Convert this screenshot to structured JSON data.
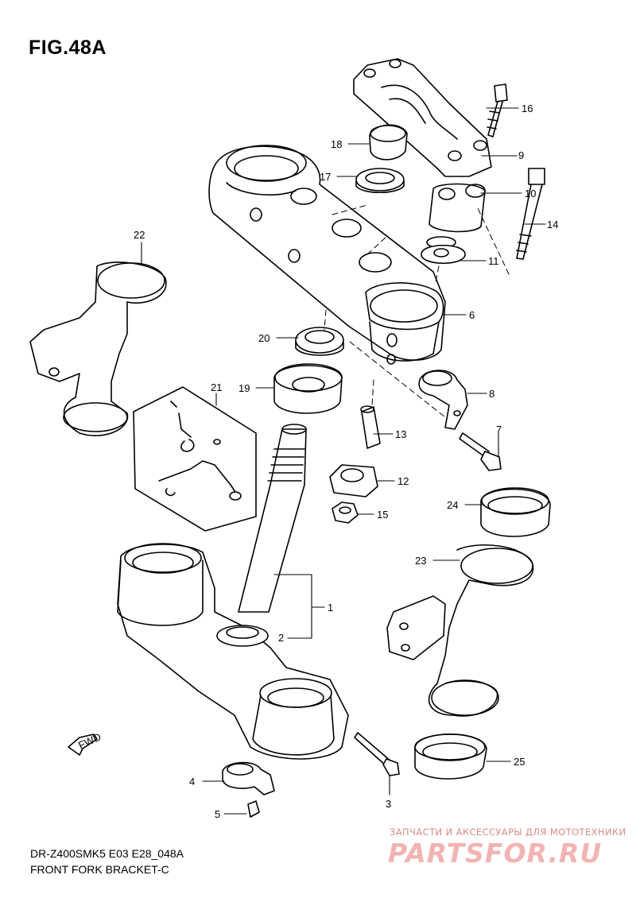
{
  "figure": {
    "title": "FIG.48A",
    "model_code": "DR-Z400SMK5 E03 E28_048A",
    "caption": "FRONT FORK BRACKET-C"
  },
  "fwd_label": "FWD",
  "watermark": {
    "line1": "ЗАПЧАСТИ И АКСЕССУАРЫ ДЛЯ МОТОТЕХНИКИ",
    "logo": "PARTSFOR.RU"
  },
  "callouts": {
    "n1": "1",
    "n2": "2",
    "n3": "3",
    "n4": "4",
    "n5": "5",
    "n6": "6",
    "n7": "7",
    "n8": "8",
    "n9": "9",
    "n10": "10",
    "n11": "11",
    "n12": "12",
    "n13": "13",
    "n14": "14",
    "n15": "15",
    "n16": "16",
    "n17": "17",
    "n18": "18",
    "n19": "19",
    "n20": "20",
    "n21": "21",
    "n22": "22",
    "n23": "23",
    "n24": "24",
    "n25": "25"
  },
  "colors": {
    "ink": "#000000",
    "watermark": "#f2b3b3",
    "watermark_text": "#d98a8a"
  }
}
